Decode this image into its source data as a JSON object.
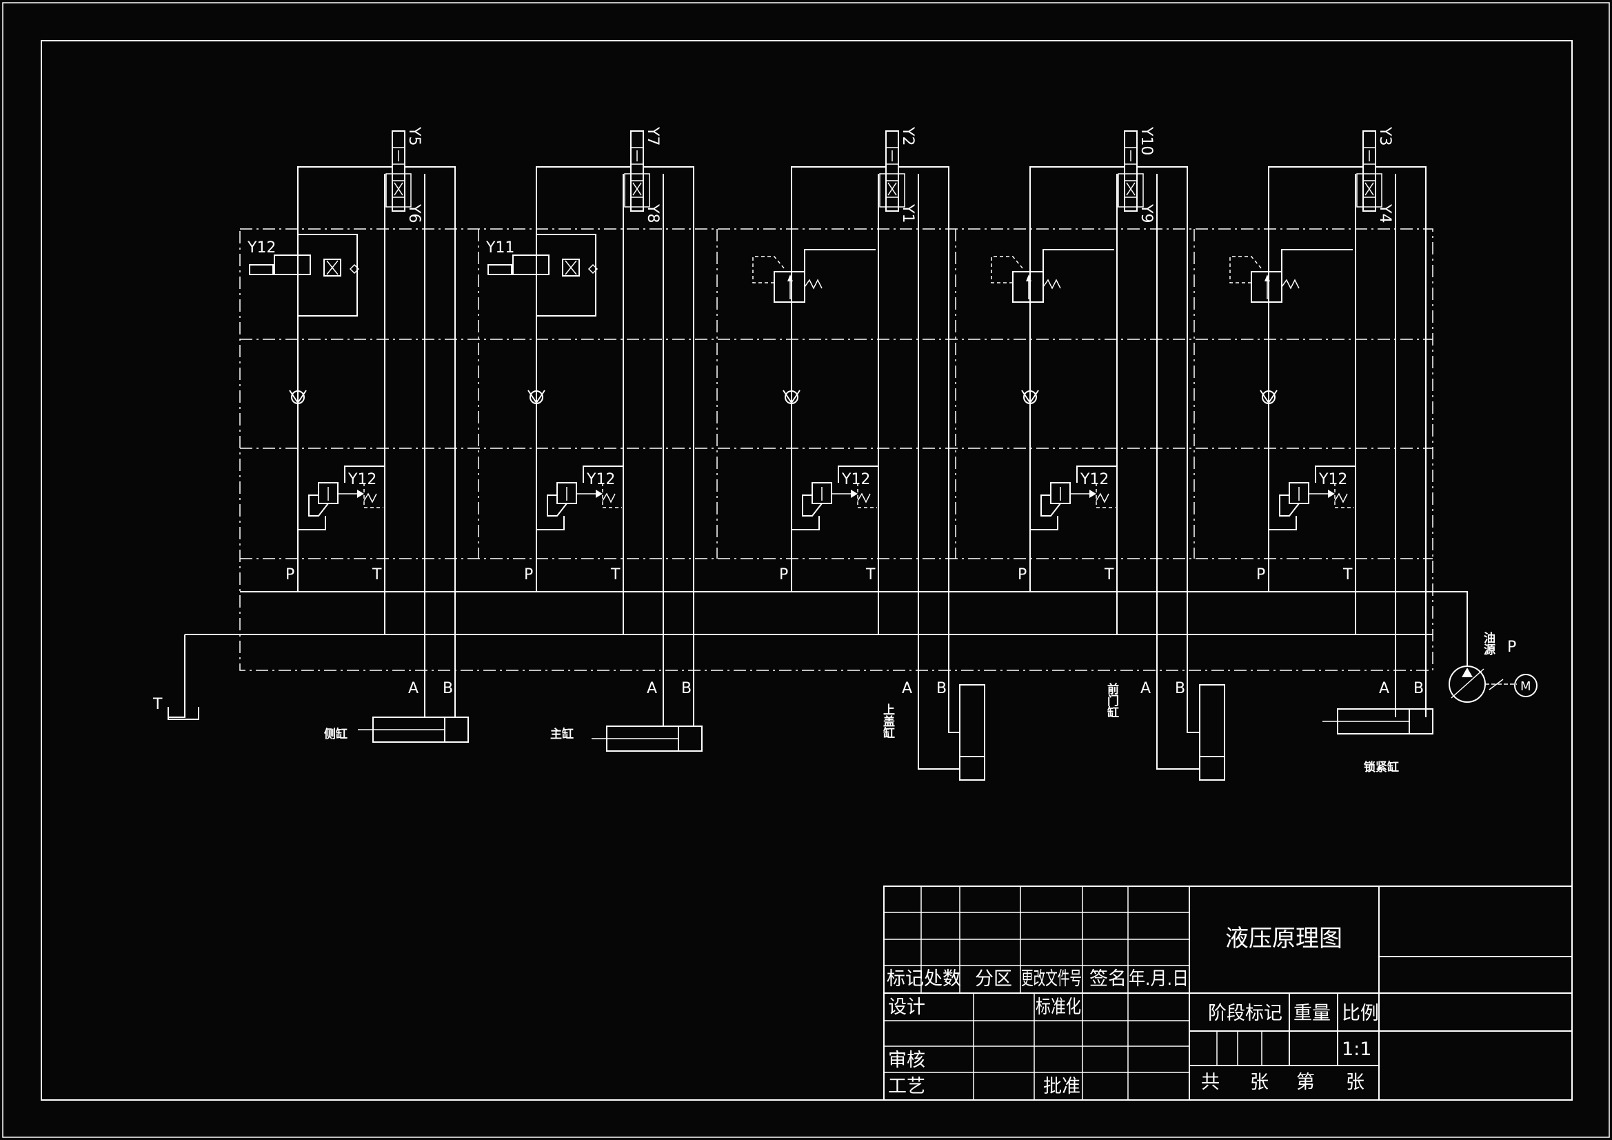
{
  "colors": {
    "background": "#060606",
    "line": "#ffffff"
  },
  "sections": [
    {
      "top_solenoid": "Y5",
      "bottom_solenoid": "Y6",
      "p_label": "P",
      "t_label": "T",
      "a_label": "A",
      "b_label": "B",
      "cylinder": "侧缸",
      "relief_solenoid": "Y12",
      "valve_solenoid": "Y12"
    },
    {
      "top_solenoid": "Y7",
      "bottom_solenoid": "Y8",
      "p_label": "P",
      "t_label": "T",
      "a_label": "A",
      "b_label": "B",
      "cylinder": "主缸",
      "relief_solenoid": "Y12",
      "valve_solenoid": "Y11"
    },
    {
      "top_solenoid": "Y2",
      "bottom_solenoid": "Y1",
      "p_label": "P",
      "t_label": "T",
      "a_label": "A",
      "b_label": "B",
      "cylinder": "上盖缸",
      "relief_solenoid": "Y12"
    },
    {
      "top_solenoid": "Y10",
      "bottom_solenoid": "Y9",
      "p_label": "P",
      "t_label": "T",
      "a_label": "A",
      "b_label": "B",
      "cylinder": "前门缸",
      "relief_solenoid": "Y12"
    },
    {
      "top_solenoid": "Y3",
      "bottom_solenoid": "Y4",
      "p_label": "P",
      "t_label": "T",
      "a_label": "A",
      "b_label": "B",
      "cylinder": "锁紧缸",
      "relief_solenoid": "Y12"
    }
  ],
  "tank_label": "T",
  "power": {
    "label": "油源",
    "port": "P",
    "motor": "M"
  },
  "title_block": {
    "title": "液压原理图",
    "headers": [
      "标记",
      "处数",
      "分区",
      "更改文件号",
      "签名",
      "年.月.日"
    ],
    "design": "设计",
    "standardization": "标准化",
    "review": "审核",
    "process": "工艺",
    "approval": "批准",
    "stage_mark": "阶段标记",
    "weight": "重量",
    "scale_label": "比例",
    "scale_value": "1:1",
    "sheets": "共",
    "sheet_word": "张",
    "sheet_no": "第",
    "sheet_word2": "张"
  }
}
